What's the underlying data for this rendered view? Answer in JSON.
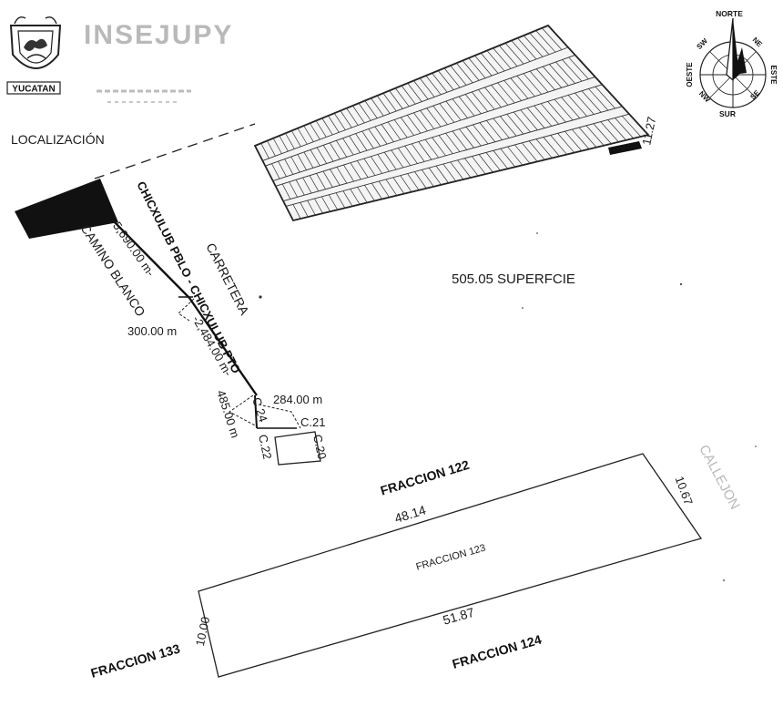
{
  "header": {
    "seal_caption": "YUCATAN",
    "agency_stamp": "INSEJUPY",
    "location_heading": "LOCALIZACIÓN"
  },
  "compass": {
    "north": "NORTE",
    "south": "SUR",
    "east": "ESTE",
    "west": "OESTE",
    "northeast": "NE",
    "northwest": "NW",
    "southeast": "SE",
    "southwest": "SW"
  },
  "map": {
    "road_line1": "CARRETERA",
    "road_line2": "CHICXULUB PBLO - CHICXULUB PTO",
    "white_road": "CAMINO BLANCO",
    "dist_5690": "-5,690.00 m-",
    "dist_300": "300.00 m",
    "dist_2484": "-2,484.00 m-",
    "dist_284": "284.00 m",
    "dist_485": "485.00 m",
    "street_c24": "C.24",
    "street_c21": "C.21",
    "street_c22": "C.22",
    "street_c20": "C.20",
    "block_dim": "11.27"
  },
  "plot": {
    "surface": "505.05 SUPERFCIE",
    "north_neighbor": "FRACCION 122",
    "south_neighbor": "FRACCION 124",
    "west_neighbor": "FRACCION 133",
    "east_neighbor": "CALLEJON",
    "lot_name": "FRACCION 123",
    "side_north": "48.14",
    "side_south": "51.87",
    "side_west": "10.00",
    "side_east": "10.67"
  }
}
